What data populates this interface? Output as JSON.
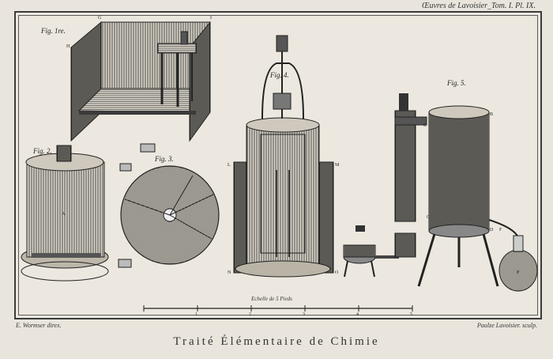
{
  "header": {
    "right": "Œuvres de Lavoisier_Tom. I. Pl. IX."
  },
  "figures": {
    "fig1": "Fig. 1re.",
    "fig2": "Fig. 2.",
    "fig3": "Fig. 3.",
    "fig4": "Fig. 4.",
    "fig5": "Fig. 5."
  },
  "letters": {
    "g": "G",
    "i": "I",
    "h": "H",
    "a": "A",
    "b": "B",
    "c": "C",
    "d": "D",
    "e": "E",
    "l": "L",
    "m": "M",
    "n": "N",
    "o": "O",
    "p": "P",
    "f": "F"
  },
  "scale": {
    "label": "Echelle de 5 Pieds",
    "ticks": [
      "1",
      "2",
      "3",
      "4",
      "5"
    ]
  },
  "footer": {
    "left": "E. Wormser direx.",
    "right": "Paulze Lavoisier. sculp.",
    "title": "Traité Élémentaire de Chimie"
  },
  "colors": {
    "paper": "#e9e5dc",
    "ink": "#2a2a2a"
  }
}
